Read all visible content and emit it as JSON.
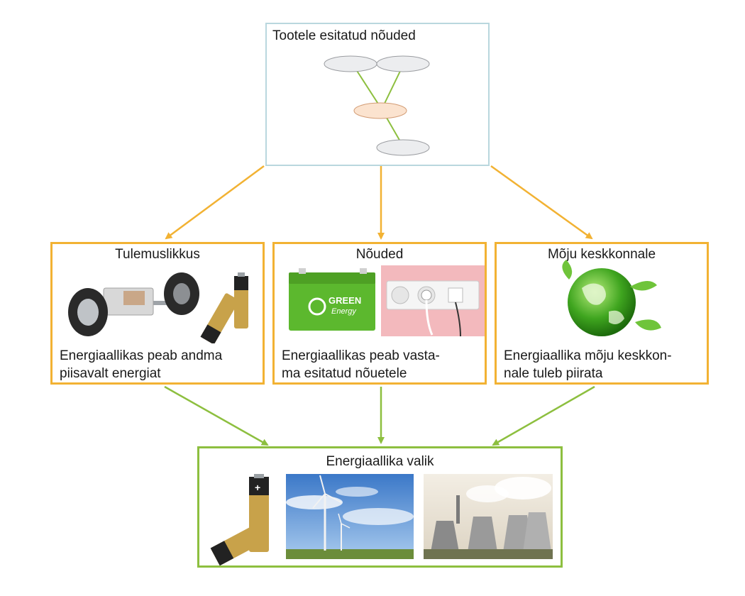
{
  "top": {
    "title": "Tootele esitatud nõuded"
  },
  "boxes": [
    {
      "title": "Tulemuslikkus",
      "lines": [
        "Energiaallikas peab andma",
        "piisavalt energiat"
      ]
    },
    {
      "title": "Nõuded",
      "lines": [
        "Energiaallikas peab vasta-",
        "ma esitatud nõuetele"
      ]
    },
    {
      "title": "Mõju keskkonnale",
      "lines": [
        "Energiaallika mõju keskkon-",
        "nale tuleb piirata"
      ]
    }
  ],
  "bottom": {
    "title": "Energiaallika valik"
  },
  "images": {
    "battery_label": "+",
    "green_label": "GREEN",
    "energy_label": "Energy"
  },
  "colors": {
    "orange_arrow": "#f2b233",
    "green_arrow": "#8dbf3f",
    "top_border": "#b9d7de",
    "mini_line": "#8dbf3f",
    "mini_node_gray": "#ecedef",
    "mini_node_peach": "#fbe3cf"
  }
}
